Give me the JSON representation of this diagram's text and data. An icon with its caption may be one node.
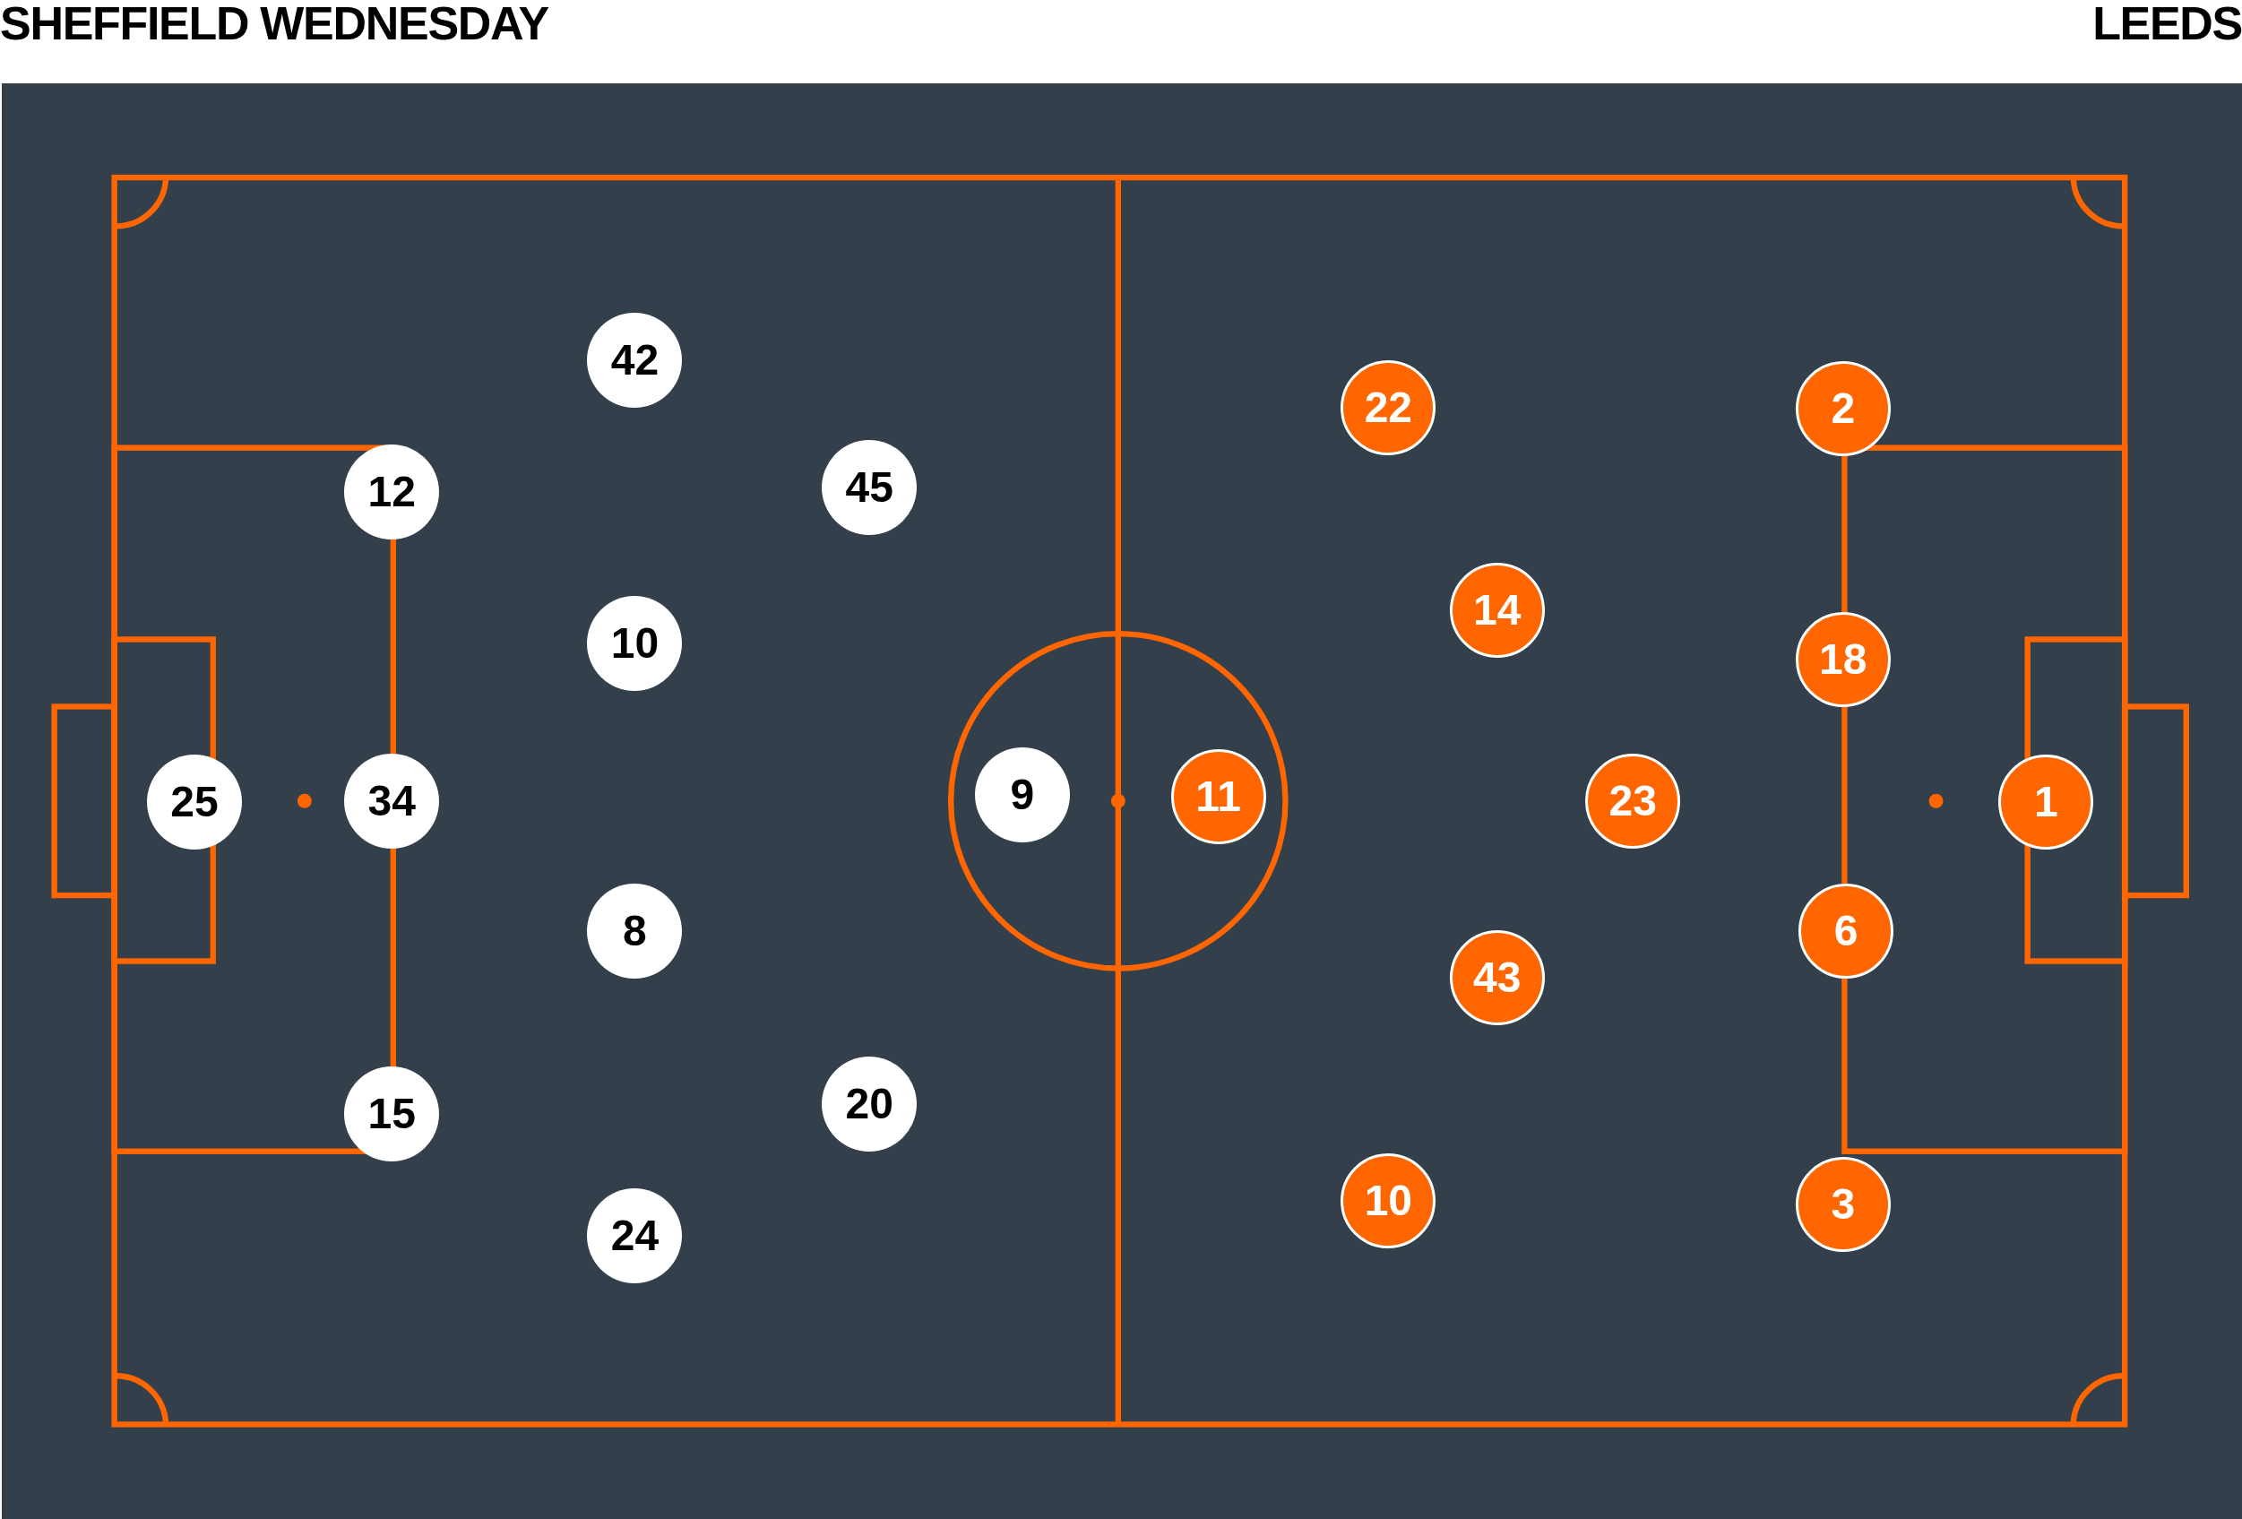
{
  "diagram": {
    "nodes": [
      {
        "text": [
          "42"
        ]
      },
      {
        "text": [
          "12"
        ]
      },
      {
        "text": [
          "45"
        ]
      },
      {
        "text": [
          "10"
        ]
      },
      {
        "text": [
          "25"
        ]
      },
      {
        "text": [
          "34"
        ]
      },
      {
        "text": [
          "9"
        ]
      },
      {
        "text": [
          "8"
        ]
      },
      {
        "text": [
          "15"
        ]
      },
      {
        "text": [
          "20"
        ]
      },
      {
        "text": [
          "24"
        ]
      },
      {
        "text": [
          "22"
        ]
      },
      {
        "text": [
          "2"
        ]
      },
      {
        "text": [
          "14"
        ]
      },
      {
        "text": [
          "18"
        ]
      },
      {
        "text": [
          "11"
        ]
      },
      {
        "text": [
          "23"
        ]
      },
      {
        "text": [
          "1"
        ]
      },
      {
        "text": [
          "6"
        ]
      },
      {
        "text": [
          "43"
        ]
      },
      {
        "text": [
          "10"
        ]
      },
      {
        "text": [
          "3"
        ]
      }
    ],
    "labels": [
      "SHEFFIELD WEDNESDAY",
      "LEEDS"
    ]
  }
}
